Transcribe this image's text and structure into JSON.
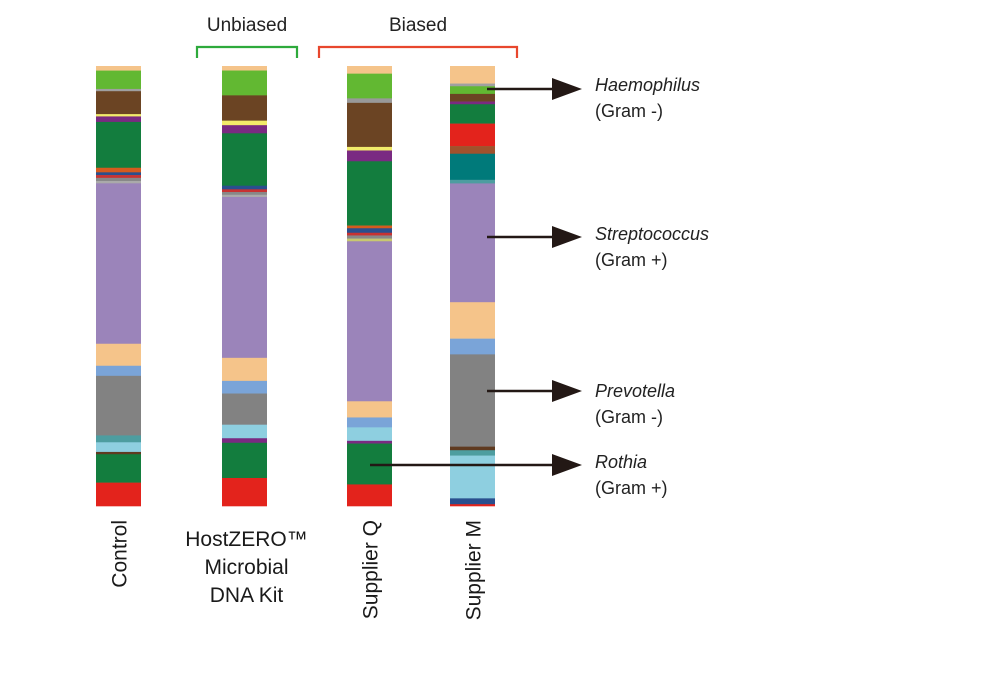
{
  "chart_data": {
    "type": "bar",
    "stacked": true,
    "orientation": "vertical",
    "categories": [
      "Control",
      "HostZERO™ Microbial DNA Kit",
      "Supplier Q",
      "Supplier M"
    ],
    "category_lines": [
      [
        "Control"
      ],
      [
        "HostZERO™",
        "Microbial",
        "DNA Kit"
      ],
      [
        "Supplier Q"
      ],
      [
        "Supplier M"
      ]
    ],
    "category_rotated": [
      true,
      false,
      true,
      true
    ],
    "groups": [
      {
        "label": "Unbiased",
        "color": "#2eaa3c",
        "categories": [
          1
        ]
      },
      {
        "label": "Biased",
        "color": "#e8472d",
        "categories": [
          2,
          3
        ]
      }
    ],
    "annotations": [
      {
        "name": "Haemophilus",
        "gram": "(Gram -)",
        "category": 3
      },
      {
        "name": "Streptococcus",
        "gram": "(Gram +)",
        "category": 3
      },
      {
        "name": "Prevotella",
        "gram": "(Gram -)",
        "category": 3
      },
      {
        "name": "Rothia",
        "gram": "(Gram +)",
        "category": 2
      }
    ],
    "stacks": [
      [
        {
          "color": "#f5c48a",
          "value": 1
        },
        {
          "color": "#62b832",
          "value": 4
        },
        {
          "color": "#a0a0a0",
          "value": 0.5
        },
        {
          "color": "#6b4423",
          "value": 5
        },
        {
          "color": "#f2ec6a",
          "value": 0.5
        },
        {
          "color": "#7a2a82",
          "value": 1.2
        },
        {
          "color": "#137d3e",
          "value": 10
        },
        {
          "color": "#d55b1e",
          "value": 1
        },
        {
          "color": "#2a4f8e",
          "value": 0.6
        },
        {
          "color": "#c83232",
          "value": 0.6
        },
        {
          "color": "#888888",
          "value": 0.7
        },
        {
          "color": "#aaaaaa",
          "value": 0.5
        },
        {
          "color": "#9b84ba",
          "value": 35
        },
        {
          "color": "#f5c48a",
          "value": 4.8
        },
        {
          "color": "#7aa4d8",
          "value": 2.2
        },
        {
          "color": "#828282",
          "value": 13
        },
        {
          "color": "#4d9da0",
          "value": 1.5
        },
        {
          "color": "#8ecfe0",
          "value": 2.1
        },
        {
          "color": "#5f3a20",
          "value": 0.5
        },
        {
          "color": "#137d3e",
          "value": 6.2
        },
        {
          "color": "#e3231c",
          "value": 5.1
        }
      ],
      [
        {
          "color": "#f5c48a",
          "value": 1
        },
        {
          "color": "#62b832",
          "value": 5.5
        },
        {
          "color": "#6b4423",
          "value": 5.6
        },
        {
          "color": "#f2ec6a",
          "value": 1
        },
        {
          "color": "#7a2a82",
          "value": 1.8
        },
        {
          "color": "#137d3e",
          "value": 11.6
        },
        {
          "color": "#2a4f8e",
          "value": 0.8
        },
        {
          "color": "#c83232",
          "value": 0.6
        },
        {
          "color": "#888888",
          "value": 0.6
        },
        {
          "color": "#aaaaaa",
          "value": 0.5
        },
        {
          "color": "#9b84ba",
          "value": 35.6
        },
        {
          "color": "#f5c48a",
          "value": 5.1
        },
        {
          "color": "#7aa4d8",
          "value": 2.8
        },
        {
          "color": "#828282",
          "value": 6.9
        },
        {
          "color": "#8ecfe0",
          "value": 3
        },
        {
          "color": "#7a2a82",
          "value": 1
        },
        {
          "color": "#137d3e",
          "value": 7.8
        },
        {
          "color": "#e3231c",
          "value": 6.2
        }
      ],
      [
        {
          "color": "#f5c48a",
          "value": 1.7
        },
        {
          "color": "#62b832",
          "value": 5.5
        },
        {
          "color": "#999999",
          "value": 1
        },
        {
          "color": "#6b4423",
          "value": 9.8
        },
        {
          "color": "#f2ec6a",
          "value": 0.8
        },
        {
          "color": "#7a2a82",
          "value": 2.4
        },
        {
          "color": "#137d3e",
          "value": 14.3
        },
        {
          "color": "#d55b1e",
          "value": 0.6
        },
        {
          "color": "#2a4f8e",
          "value": 1
        },
        {
          "color": "#c83232",
          "value": 0.6
        },
        {
          "color": "#888888",
          "value": 0.7
        },
        {
          "color": "#c8c870",
          "value": 0.6
        },
        {
          "color": "#9b84ba",
          "value": 35.6
        },
        {
          "color": "#f5c48a",
          "value": 3.6
        },
        {
          "color": "#7aa4d8",
          "value": 2.2
        },
        {
          "color": "#8ecfe0",
          "value": 3
        },
        {
          "color": "#7a2a82",
          "value": 0.6
        },
        {
          "color": "#137d3e",
          "value": 9.1
        },
        {
          "color": "#e3231c",
          "value": 4.8
        }
      ],
      [
        {
          "color": "#f5c48a",
          "value": 3.9
        },
        {
          "color": "#a0a0a0",
          "value": 0.6
        },
        {
          "color": "#62b832",
          "value": 1.7
        },
        {
          "color": "#6b4423",
          "value": 1.7
        },
        {
          "color": "#7a2a82",
          "value": 0.6
        },
        {
          "color": "#137d3e",
          "value": 4.3
        },
        {
          "color": "#e3231c",
          "value": 5
        },
        {
          "color": "#a0522d",
          "value": 1.7
        },
        {
          "color": "#007a7a",
          "value": 5.8
        },
        {
          "color": "#4d9da0",
          "value": 0.8
        },
        {
          "color": "#9b84ba",
          "value": 26.4
        },
        {
          "color": "#f5c48a",
          "value": 8.1
        },
        {
          "color": "#7aa4d8",
          "value": 3.5
        },
        {
          "color": "#828282",
          "value": 20.5
        },
        {
          "color": "#5f3a20",
          "value": 0.8
        },
        {
          "color": "#4d9da0",
          "value": 1.2
        },
        {
          "color": "#8ecfe0",
          "value": 9.5
        },
        {
          "color": "#2a4f8e",
          "value": 1.3
        },
        {
          "color": "#e3231c",
          "value": 0.4
        }
      ]
    ]
  }
}
